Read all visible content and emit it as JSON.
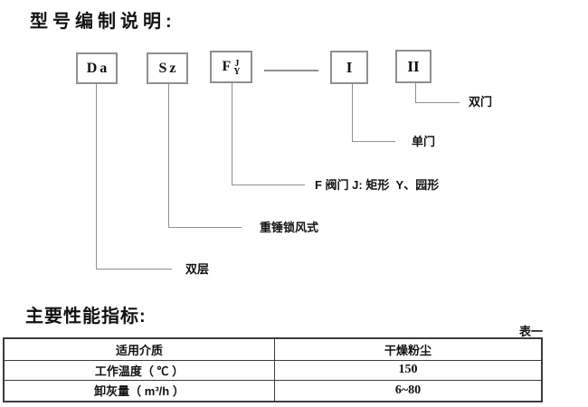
{
  "headings": {
    "model_code": "型号编制说明:",
    "performance": "主要性能指标:"
  },
  "diagram": {
    "boxes": [
      {
        "id": "da",
        "label": "Da"
      },
      {
        "id": "sz",
        "label": "Sz"
      },
      {
        "id": "fjy",
        "main": "F",
        "stack_top": "J",
        "stack_bottom": "Y"
      },
      {
        "id": "i",
        "label": "I"
      },
      {
        "id": "ii",
        "label": "II"
      }
    ],
    "callouts": [
      {
        "for": "ii",
        "label": "双门"
      },
      {
        "for": "i",
        "label": "单门"
      },
      {
        "for": "fjy",
        "label": "F 阀门 J: 矩形  Y、园形"
      },
      {
        "for": "sz",
        "label": "重锤锁风式"
      },
      {
        "for": "da",
        "label": "双层"
      }
    ]
  },
  "table": {
    "tag": "表一",
    "rows": [
      [
        "适用介质",
        "干燥粉尘"
      ],
      [
        "工作温度（ ℃ ）",
        "150"
      ],
      [
        "卸灰量（ m³/h ）",
        "6~80"
      ]
    ]
  },
  "colors": {
    "line_gray": "#8f8f8f",
    "table_border": "#3c3c3c",
    "text": "#111111"
  }
}
